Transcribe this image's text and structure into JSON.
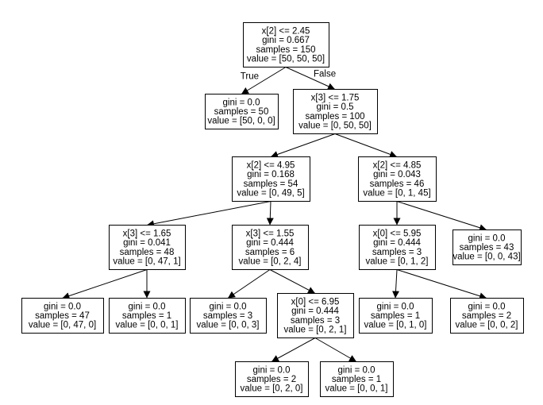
{
  "tree": {
    "nodes": [
      {
        "id": "n0",
        "lines": [
          "x[2] <= 2.45",
          "gini = 0.667",
          "samples = 150",
          "value = [50, 50, 50]"
        ]
      },
      {
        "id": "n1",
        "lines": [
          "gini = 0.0",
          "samples = 50",
          "value = [50, 0, 0]"
        ]
      },
      {
        "id": "n2",
        "lines": [
          "x[3] <= 1.75",
          "gini = 0.5",
          "samples = 100",
          "value = [0, 50, 50]"
        ]
      },
      {
        "id": "n3",
        "lines": [
          "x[2] <= 4.95",
          "gini = 0.168",
          "samples = 54",
          "value = [0, 49, 5]"
        ]
      },
      {
        "id": "n4",
        "lines": [
          "x[2] <= 4.85",
          "gini = 0.043",
          "samples = 46",
          "value = [0, 1, 45]"
        ]
      },
      {
        "id": "n5",
        "lines": [
          "x[3] <= 1.65",
          "gini = 0.041",
          "samples = 48",
          "value = [0, 47, 1]"
        ]
      },
      {
        "id": "n6",
        "lines": [
          "x[3] <= 1.55",
          "gini = 0.444",
          "samples = 6",
          "value = [0, 2, 4]"
        ]
      },
      {
        "id": "n7",
        "lines": [
          "x[0] <= 5.95",
          "gini = 0.444",
          "samples = 3",
          "value = [0, 1, 2]"
        ]
      },
      {
        "id": "n8",
        "lines": [
          "gini = 0.0",
          "samples = 43",
          "value = [0, 0, 43]"
        ]
      },
      {
        "id": "n9",
        "lines": [
          "gini = 0.0",
          "samples = 47",
          "value = [0, 47, 0]"
        ]
      },
      {
        "id": "n10",
        "lines": [
          "gini = 0.0",
          "samples = 1",
          "value = [0, 0, 1]"
        ]
      },
      {
        "id": "n11",
        "lines": [
          "gini = 0.0",
          "samples = 3",
          "value = [0, 0, 3]"
        ]
      },
      {
        "id": "n12",
        "lines": [
          "x[0] <= 6.95",
          "gini = 0.444",
          "samples = 3",
          "value = [0, 2, 1]"
        ]
      },
      {
        "id": "n13",
        "lines": [
          "gini = 0.0",
          "samples = 1",
          "value = [0, 1, 0]"
        ]
      },
      {
        "id": "n14",
        "lines": [
          "gini = 0.0",
          "samples = 2",
          "value = [0, 0, 2]"
        ]
      },
      {
        "id": "n15",
        "lines": [
          "gini = 0.0",
          "samples = 2",
          "value = [0, 2, 0]"
        ]
      },
      {
        "id": "n16",
        "lines": [
          "gini = 0.0",
          "samples = 1",
          "value = [0, 0, 1]"
        ]
      }
    ],
    "edges": [
      {
        "from": "n0",
        "to": "n1",
        "label": "True"
      },
      {
        "from": "n0",
        "to": "n2",
        "label": "False"
      },
      {
        "from": "n2",
        "to": "n3"
      },
      {
        "from": "n2",
        "to": "n4"
      },
      {
        "from": "n3",
        "to": "n5"
      },
      {
        "from": "n3",
        "to": "n6"
      },
      {
        "from": "n4",
        "to": "n7"
      },
      {
        "from": "n4",
        "to": "n8"
      },
      {
        "from": "n5",
        "to": "n9"
      },
      {
        "from": "n5",
        "to": "n10"
      },
      {
        "from": "n6",
        "to": "n11"
      },
      {
        "from": "n6",
        "to": "n12"
      },
      {
        "from": "n7",
        "to": "n13"
      },
      {
        "from": "n7",
        "to": "n14"
      },
      {
        "from": "n12",
        "to": "n15"
      },
      {
        "from": "n12",
        "to": "n16"
      }
    ]
  }
}
